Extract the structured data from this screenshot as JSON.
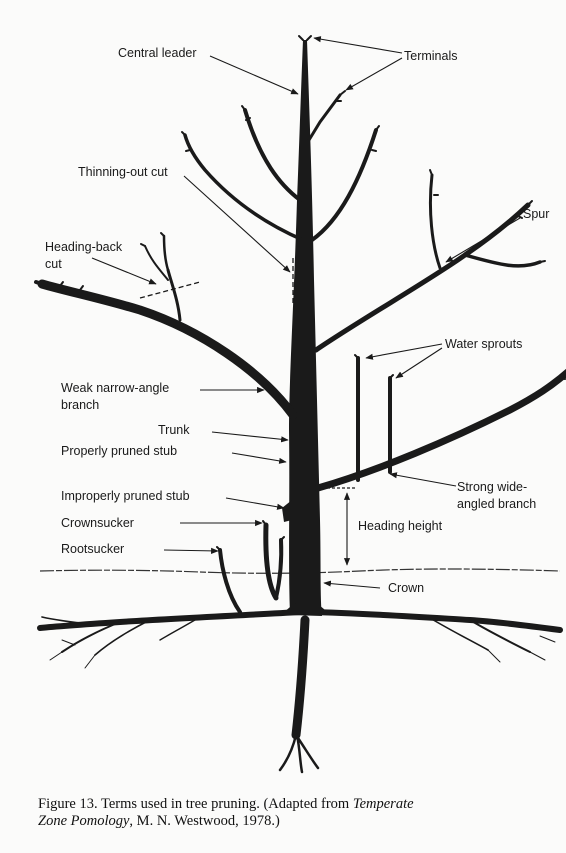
{
  "labels": {
    "central_leader": "Central leader",
    "terminals": "Terminals",
    "thinning_out_cut": "Thinning-out cut",
    "spur": "Spur",
    "heading_back_cut_1": "Heading-back",
    "heading_back_cut_2": "cut",
    "water_sprouts": "Water sprouts",
    "weak_branch_1": "Weak narrow-angle",
    "weak_branch_2": "branch",
    "trunk": "Trunk",
    "properly_pruned_stub": "Properly pruned stub",
    "strong_branch_1": "Strong wide-",
    "strong_branch_2": "angled branch",
    "improperly_pruned_stub": "Improperly pruned stub",
    "heading_height": "Heading height",
    "crownsucker": "Crownsucker",
    "rootsucker": "Rootsucker",
    "crown": "Crown"
  },
  "caption": {
    "line1_prefix": "Figure 13.  Terms used in tree pruning. (Adapted from ",
    "line1_italic": "Temperate",
    "line2_italic": "Zone Pomology",
    "line2_suffix": ", M. N. Westwood, 1978.)"
  },
  "colors": {
    "ink": "#1a1a1a",
    "paper": "#fbfbfa"
  }
}
